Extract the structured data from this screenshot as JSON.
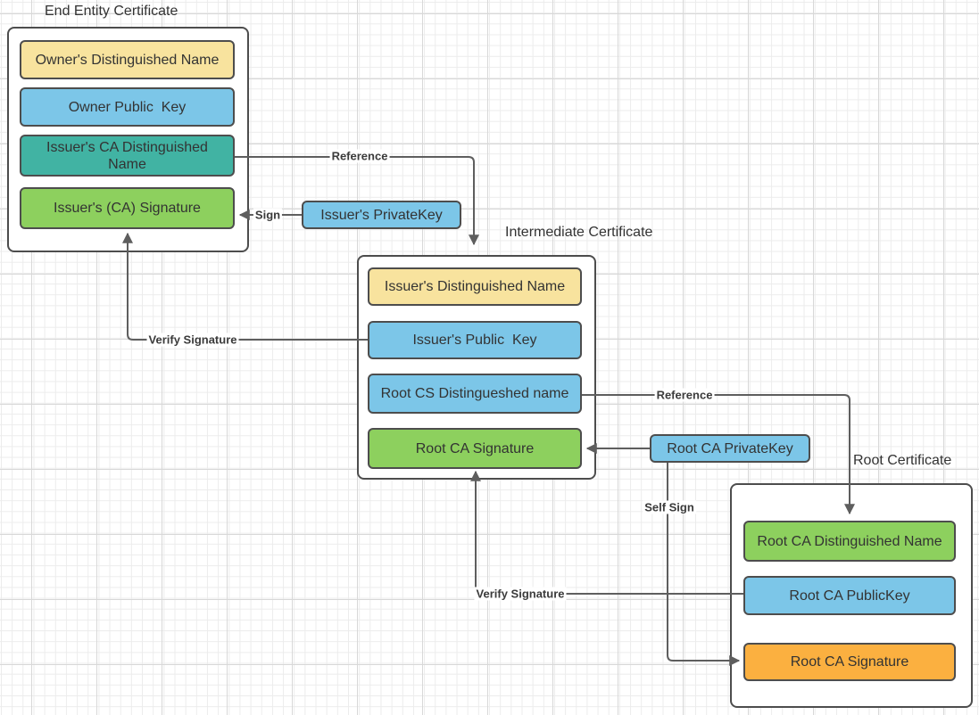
{
  "palette": {
    "yellow": "#F8E39E",
    "blue": "#7CC6E8",
    "teal": "#41B3A3",
    "green": "#8DD05E",
    "orange": "#FBB040",
    "container_fill": "#FFFFFF",
    "shape_border": "#4D4D4D",
    "connector": "#5E5E5E",
    "text": "#333333",
    "grid_minor": "#ECECEC",
    "grid_major": "#D8D8D8"
  },
  "groups": [
    {
      "title": "End Entity Certificate",
      "rows": [
        {
          "label": "Owner's Distinguished Name",
          "fill": "#F8E39E"
        },
        {
          "label": "Owner Public  Key",
          "fill": "#7CC6E8"
        },
        {
          "label": "Issuer's CA Distinguished Name",
          "fill": "#41B3A3"
        },
        {
          "label": "Issuer's (CA) Signature",
          "fill": "#8DD05E"
        }
      ]
    },
    {
      "title": "Intermediate Certificate",
      "rows": [
        {
          "label": "Issuer's Distinguished Name",
          "fill": "#F8E39E"
        },
        {
          "label": "Issuer's Public  Key",
          "fill": "#7CC6E8"
        },
        {
          "label": "Root CS Distingueshed name",
          "fill": "#7CC6E8"
        },
        {
          "label": "Root CA Signature",
          "fill": "#8DD05E"
        }
      ]
    },
    {
      "title": "Root Certificate",
      "rows": [
        {
          "label": "Root CA Distinguished Name",
          "fill": "#8DD05E"
        },
        {
          "label": "Root CA PublicKey",
          "fill": "#7CC6E8"
        },
        {
          "label": "Root CA Signature",
          "fill": "#FBB040"
        }
      ]
    }
  ],
  "keys": [
    {
      "label": "Issuer's PrivateKey",
      "fill": "#7CC6E8"
    },
    {
      "label": "Root CA PrivateKey",
      "fill": "#7CC6E8"
    }
  ],
  "connectors": [
    {
      "label": "Reference"
    },
    {
      "label": "Sign"
    },
    {
      "label": "Verify Signature"
    },
    {
      "label": "Reference"
    },
    {
      "label": "Self Sign"
    },
    {
      "label": "Verify Signature"
    }
  ]
}
